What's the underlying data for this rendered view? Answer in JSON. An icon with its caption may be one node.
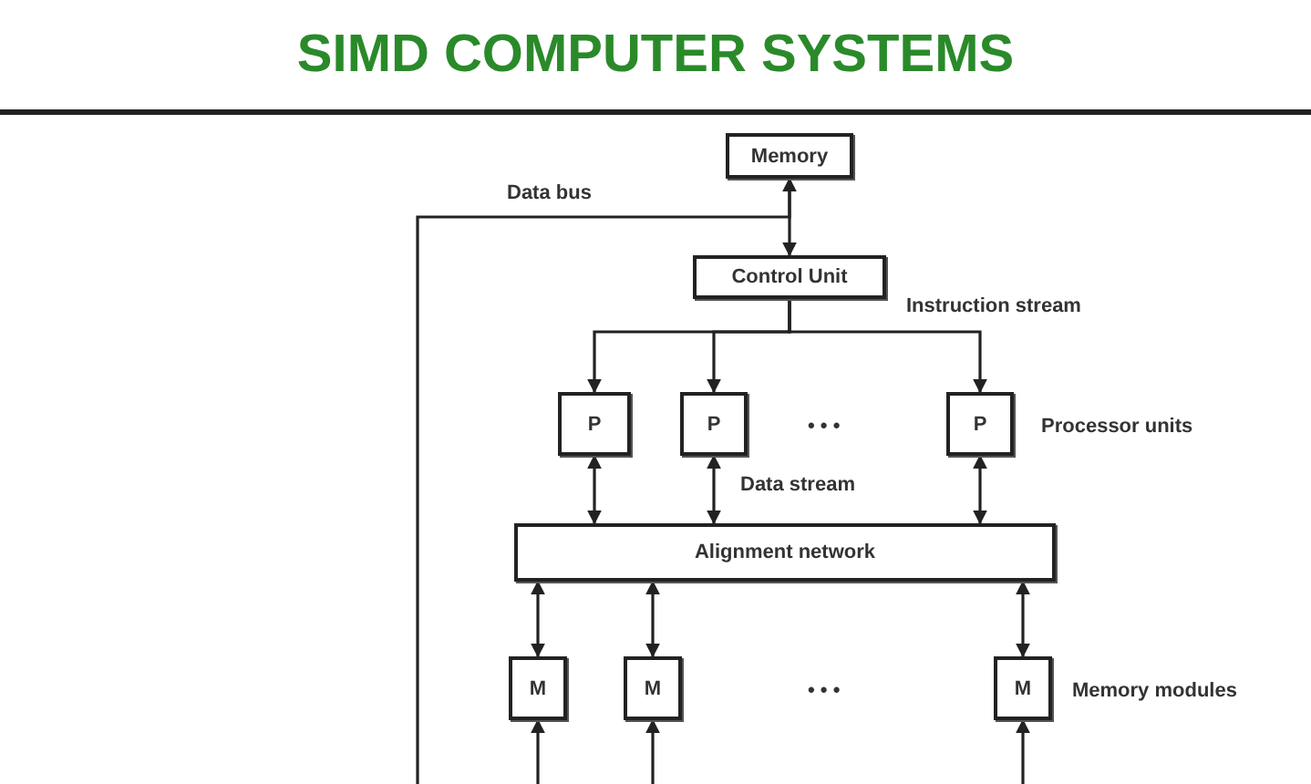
{
  "diagram": {
    "title": "SIMD COMPUTER SYSTEMS",
    "nodes": [
      {
        "text": [
          "Memory"
        ]
      },
      {
        "text": [
          "Control Unit"
        ]
      },
      {
        "text": [
          "P"
        ]
      },
      {
        "text": [
          "P"
        ]
      },
      {
        "text": [
          "P"
        ]
      },
      {
        "text": [
          "Alignment network"
        ]
      },
      {
        "text": [
          "M"
        ]
      },
      {
        "text": [
          "M"
        ]
      },
      {
        "text": [
          "M"
        ]
      }
    ],
    "edges": [
      {
        "from": 0,
        "to": 1,
        "arrow": "both"
      },
      {
        "from": 0,
        "to": null,
        "arrow": "none"
      },
      {
        "from": 1,
        "to": 2,
        "arrow": "to"
      },
      {
        "from": 1,
        "to": 3,
        "arrow": "to"
      },
      {
        "from": 1,
        "to": 4,
        "arrow": "to"
      },
      {
        "from": 2,
        "to": 5,
        "arrow": "both"
      },
      {
        "from": 3,
        "to": 5,
        "arrow": "both"
      },
      {
        "from": 4,
        "to": 5,
        "arrow": "both"
      },
      {
        "from": 5,
        "to": 6,
        "arrow": "both"
      },
      {
        "from": 5,
        "to": 7,
        "arrow": "both"
      },
      {
        "from": 5,
        "to": 8,
        "arrow": "both"
      },
      {
        "from": null,
        "to": 6,
        "arrow": "to"
      },
      {
        "from": null,
        "to": 7,
        "arrow": "to"
      },
      {
        "from": null,
        "to": 8,
        "arrow": "to"
      }
    ],
    "labels": [
      "Data bus",
      "Instruction stream",
      "• • •",
      "Processor units",
      "Data stream",
      "• • •",
      "Memory modules"
    ]
  }
}
